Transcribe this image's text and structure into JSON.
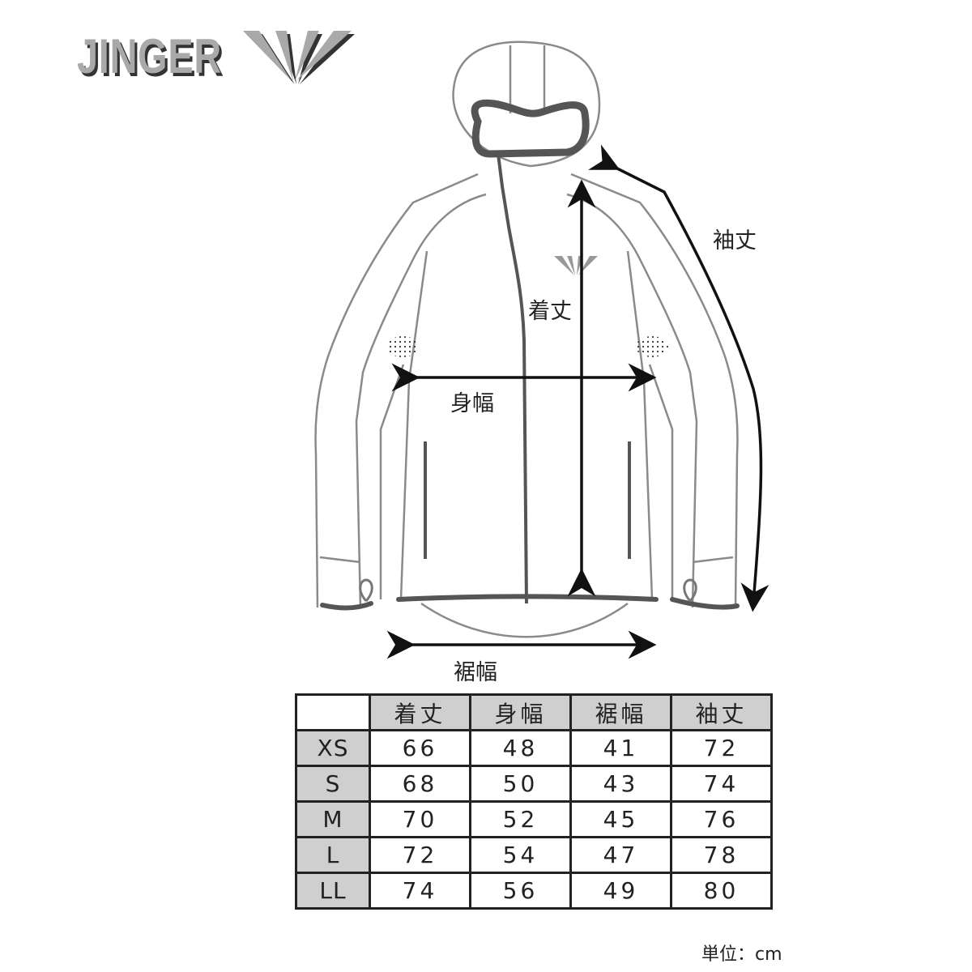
{
  "brand": {
    "name": "JINGER",
    "logo_icon": "fan-v-logo-icon"
  },
  "diagram": {
    "subject": "hooded jacket flat sketch",
    "colors": {
      "outline": "#8a8a8a",
      "trim": "#555555",
      "arrow": "#111111",
      "header_fill": "#cfcfcf"
    },
    "measure_labels": {
      "length": "着丈",
      "body_width": "身幅",
      "hem_width": "裾幅",
      "sleeve_length": "袖丈"
    }
  },
  "size_table": {
    "columns": [
      "着丈",
      "身幅",
      "裾幅",
      "袖丈"
    ],
    "rows": [
      {
        "size": "XS",
        "values": [
          "66",
          "48",
          "41",
          "72"
        ]
      },
      {
        "size": "S",
        "values": [
          "68",
          "50",
          "43",
          "74"
        ]
      },
      {
        "size": "M",
        "values": [
          "70",
          "52",
          "45",
          "76"
        ]
      },
      {
        "size": "L",
        "values": [
          "72",
          "54",
          "47",
          "78"
        ]
      },
      {
        "size": "LL",
        "values": [
          "74",
          "56",
          "49",
          "80"
        ]
      }
    ]
  },
  "unit_note": "単位：cm"
}
